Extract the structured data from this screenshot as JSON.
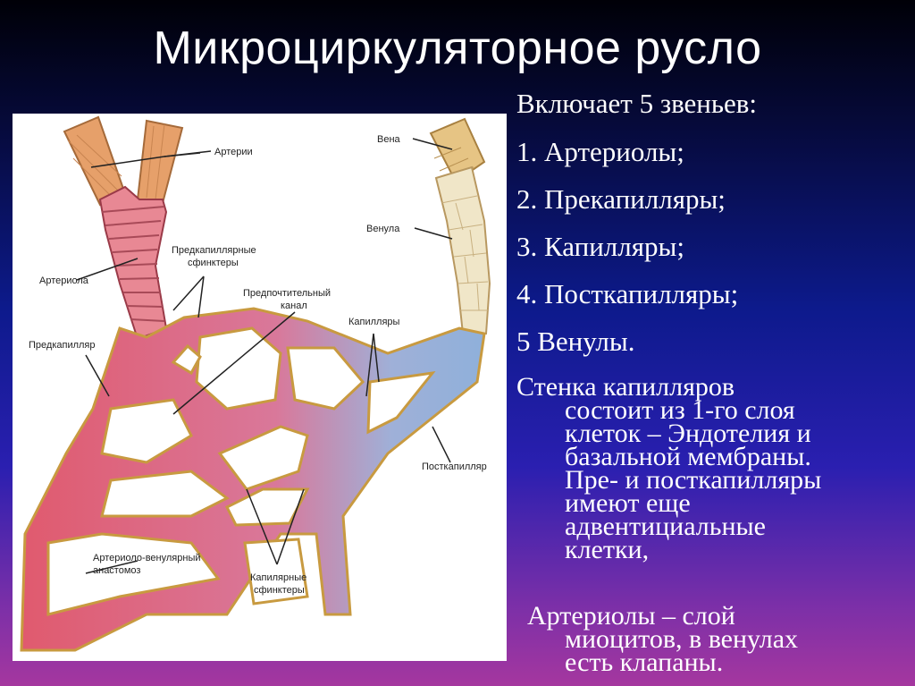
{
  "title": "Микроциркуляторное русло",
  "intro": "Включает 5 звеньев:",
  "list": [
    "1.  Артериолы;",
    "2.  Прекапилляры;",
    "3. Капилляры;",
    "4. Посткапилляры;",
    "5 Венулы."
  ],
  "para1": {
    "first": "Стенка капилляров",
    "rest": [
      "состоит из 1-го слоя",
      "клеток – Эндотелия  и",
      "базальной мембраны.",
      "Пре- и посткапилляры",
      "имеют еще",
      "адвентициальные",
      "клетки,"
    ]
  },
  "para2": {
    "first": "Артериолы – слой",
    "rest": [
      "миоцитов, в венулах",
      "есть клапаны."
    ]
  },
  "diagram": {
    "labels": {
      "arteries": "Артерии",
      "vein": "Вена",
      "venule": "Венула",
      "precap_sphincters_1": "Предкапиллярные",
      "precap_sphincters_2": "сфинктеры",
      "arteriole": "Артериола",
      "preferred_channel_1": "Предпочтительный",
      "preferred_channel_2": "канал",
      "capillaries": "Капилляры",
      "precapillary": "Предкапилляр",
      "postcapillary": "Посткапилляр",
      "av_anastomosis_1": "Артериоло-венулярный",
      "av_anastomosis_2": "анастомоз",
      "cap_sphincters_1": "Капилярные",
      "cap_sphincters_2": "сфинктеры"
    }
  }
}
